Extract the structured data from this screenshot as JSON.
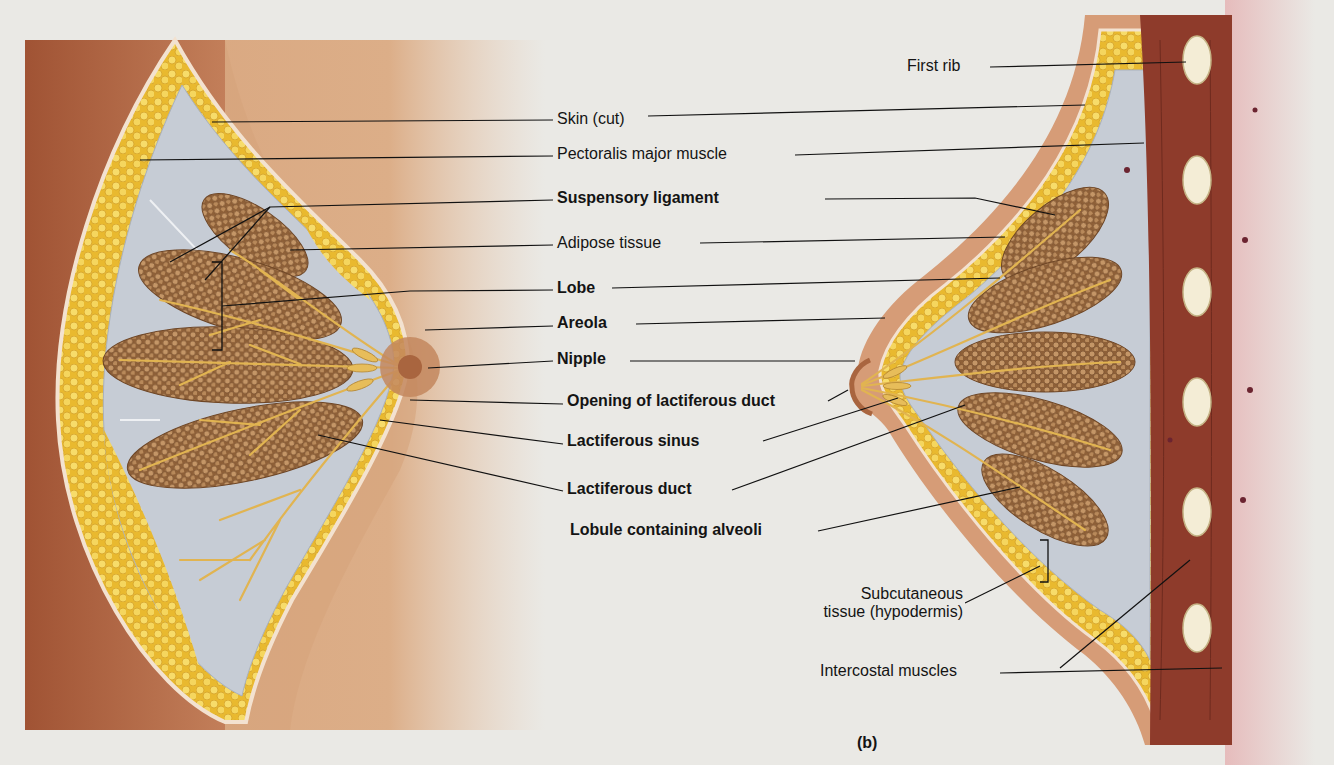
{
  "diagram": {
    "labels": [
      "First rib",
      "Skin (cut)",
      "Pectoralis major muscle",
      "Suspensory ligament",
      "Adipose tissue",
      "Lobe",
      "Areola",
      "Nipple",
      "Opening of lactiferous duct",
      "Lactiferous sinus",
      "Lactiferous duct",
      "Lobule containing alveoli",
      "Subcutaneous tissue (hypodermis)",
      "Intercostal muscles",
      "(b)"
    ]
  }
}
